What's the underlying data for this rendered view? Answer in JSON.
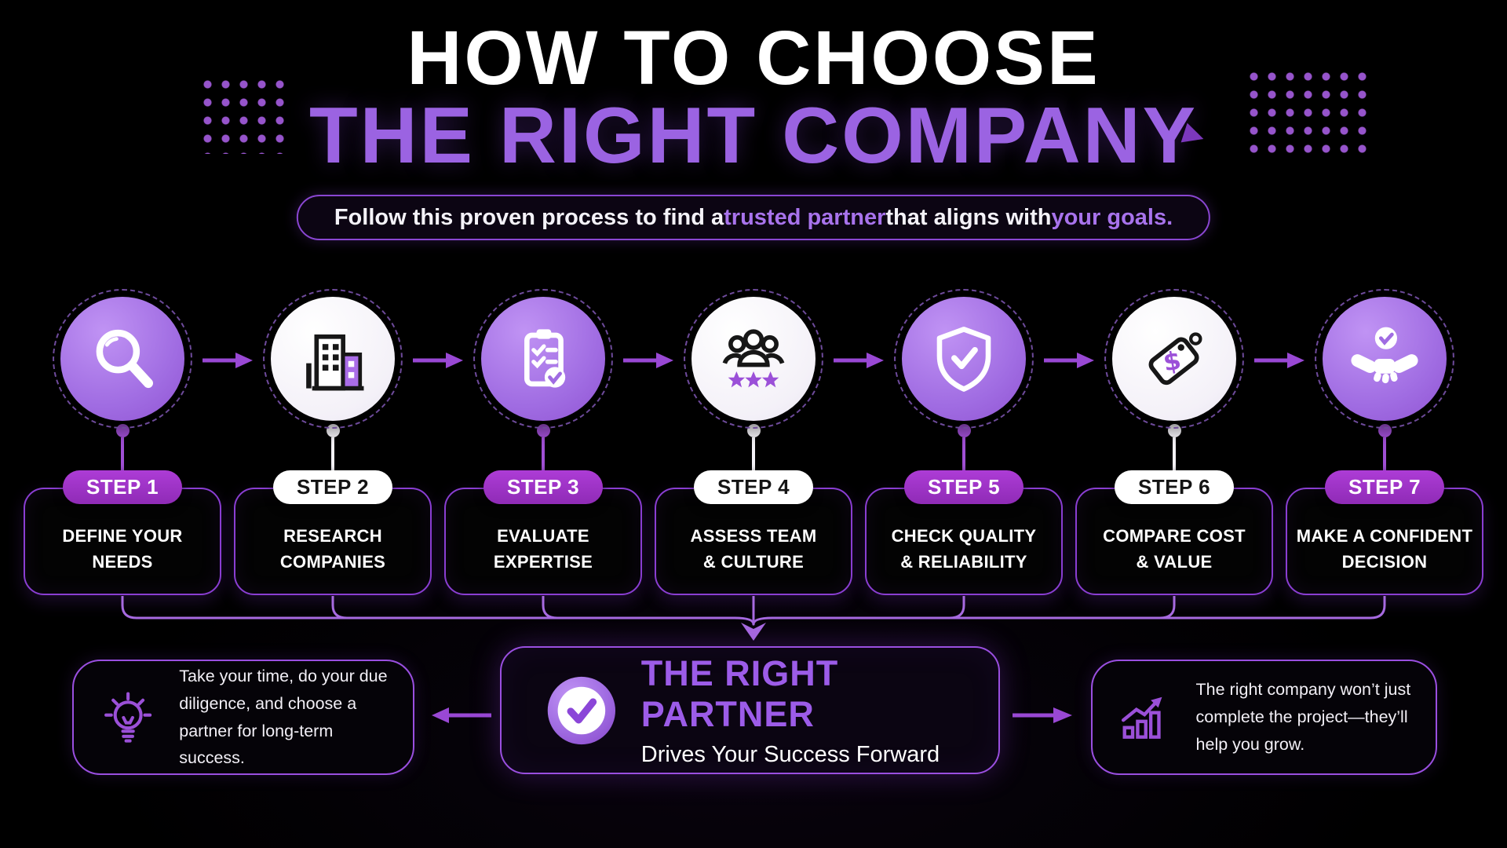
{
  "colors": {
    "background": "#000000",
    "accent_purple": "#9b63e2",
    "pill_purple": "#a136c8",
    "border_purple": "#8a3ed2",
    "white": "#ffffff"
  },
  "header": {
    "title_line1": "HOW TO CHOOSE",
    "title_line2": "THE RIGHT COMPANY",
    "subtitle": {
      "part1": "Follow this proven process to find a ",
      "highlight1": "trusted partner",
      "part2": " that aligns with ",
      "highlight2": "your goals."
    }
  },
  "steps": [
    {
      "label": "STEP 1",
      "title": "DEFINE YOUR\nNEEDS",
      "icon": "magnifier-icon",
      "theme": "purple"
    },
    {
      "label": "STEP 2",
      "title": "RESEARCH\nCOMPANIES",
      "icon": "buildings-icon",
      "theme": "white"
    },
    {
      "label": "STEP 3",
      "title": "EVALUATE\nEXPERTISE",
      "icon": "clipboard-checklist-icon",
      "theme": "purple"
    },
    {
      "label": "STEP 4",
      "title": "ASSESS TEAM\n& CULTURE",
      "icon": "team-stars-icon",
      "theme": "white"
    },
    {
      "label": "STEP 5",
      "title": "CHECK QUALITY\n& RELIABILITY",
      "icon": "shield-check-icon",
      "theme": "purple"
    },
    {
      "label": "STEP 6",
      "title": "COMPARE COST\n& VALUE",
      "icon": "price-tag-icon",
      "theme": "white"
    },
    {
      "label": "STEP 7",
      "title": "MAKE A CONFIDENT\nDECISION",
      "icon": "handshake-icon",
      "theme": "purple"
    }
  ],
  "conclusion": {
    "left_note": "Take your time, do your due diligence, and choose a partner for long-term success.",
    "center_title": "THE RIGHT PARTNER",
    "center_subtitle": "Drives Your Success Forward",
    "right_note": "The right company won’t just complete the project—they’ll help you grow."
  }
}
